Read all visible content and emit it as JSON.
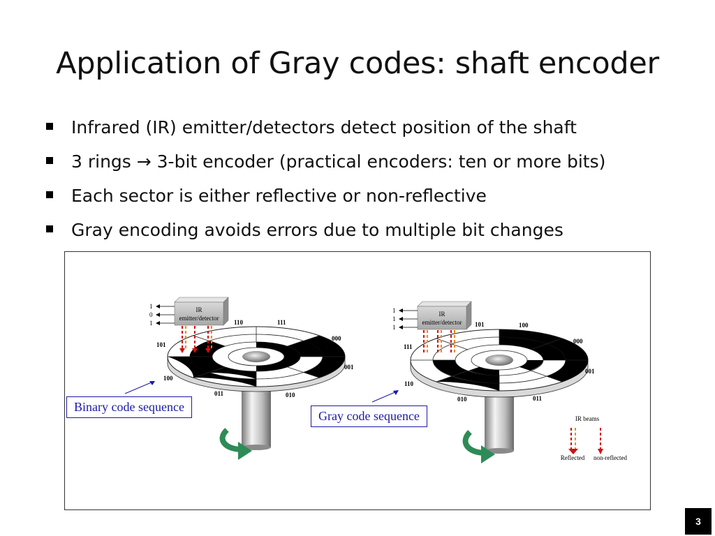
{
  "title": "Application of Gray codes: shaft encoder",
  "bullets": [
    "Infrared (IR) emitter/detectors detect position of the shaft",
    "3 rings → 3-bit encoder (practical encoders: ten or more bits)",
    "Each sector is either reflective or non-reflective",
    "Gray encoding avoids errors due to multiple bit changes"
  ],
  "figure": {
    "binary_encoder": {
      "callout": "Binary code sequence",
      "emitter_line1": "IR",
      "emitter_line2": "emitter/detector",
      "output_bits": [
        "1",
        "0",
        "1"
      ],
      "sector_labels": [
        "110",
        "111",
        "000",
        "001",
        "010",
        "011",
        "100",
        "101"
      ]
    },
    "gray_encoder": {
      "callout": "Gray code sequence",
      "emitter_line1": "IR",
      "emitter_line2": "emitter/detector",
      "output_bits": [
        "1",
        "1",
        "1"
      ],
      "sector_labels": [
        "101",
        "100",
        "000",
        "001",
        "011",
        "010",
        "110",
        "111"
      ]
    },
    "legend": {
      "title": "IR beams",
      "reflected": "Reflected",
      "non_reflected": "non-reflected"
    }
  },
  "page_number": "3",
  "colors": {
    "callout_border": "#1a1aa8",
    "arrow_green": "#2e8b57",
    "beam_red": "#d01010",
    "beam_orange": "#f08a00"
  }
}
